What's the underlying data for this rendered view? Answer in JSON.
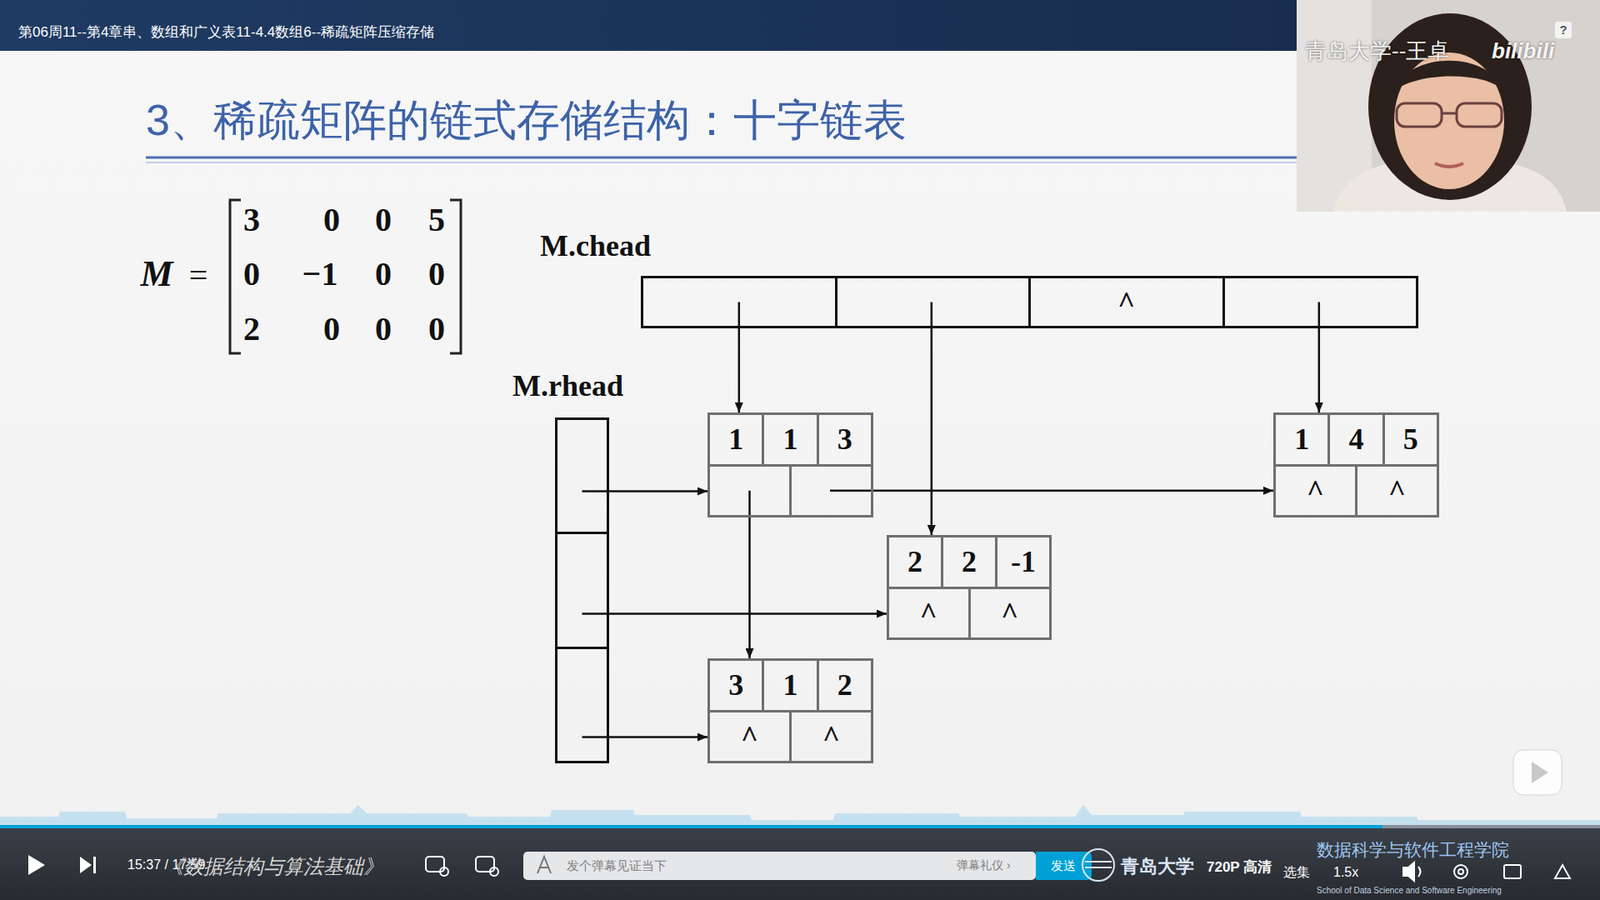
{
  "diagram": {
    "title": "3、稀疏矩阵的链式存储结构：十字链表",
    "nodes": [
      {
        "text": [
          "M.chead",
          "^"
        ]
      },
      {
        "text": [
          "M.rhead"
        ]
      },
      {
        "text": [
          "1",
          "1",
          "3"
        ]
      },
      {
        "text": [
          "1",
          "4",
          "5",
          "^",
          "^"
        ]
      },
      {
        "text": [
          "2",
          "2",
          "-1",
          "^",
          "^"
        ]
      },
      {
        "text": [
          "3",
          "1",
          "2",
          "^",
          "^"
        ]
      }
    ],
    "edges": [
      {
        "from": 0,
        "to": 2,
        "arrow": "to"
      },
      {
        "from": 0,
        "to": 4,
        "arrow": "to"
      },
      {
        "from": 0,
        "to": 3,
        "arrow": "to"
      },
      {
        "from": 1,
        "to": 2,
        "arrow": "to"
      },
      {
        "from": 1,
        "to": 4,
        "arrow": "to"
      },
      {
        "from": 1,
        "to": 5,
        "arrow": "to"
      },
      {
        "from": 2,
        "to": 5,
        "arrow": "to"
      },
      {
        "from": 2,
        "to": 3,
        "arrow": "to"
      }
    ],
    "labels": [
      "第06周11--第4章串、数组和广义表11-4.4数组6--稀疏矩阵压缩存储",
      "M",
      "=",
      "3",
      "0",
      "0",
      "5",
      "0",
      "−1",
      "0",
      "0",
      "2",
      "0",
      "0",
      "0",
      "青岛大学--王卓",
      "bilibili",
      "15:37 / 17:59",
      "《数据结构与算法基础》",
      "发个弹幕见证当下",
      "弹幕礼仪 ›",
      "发送",
      "青岛大学",
      "720P 高清",
      "选集",
      "1.5x",
      "数据科学与软件工程学院",
      "School of Data Science and Software Engineering",
      "?"
    ]
  }
}
